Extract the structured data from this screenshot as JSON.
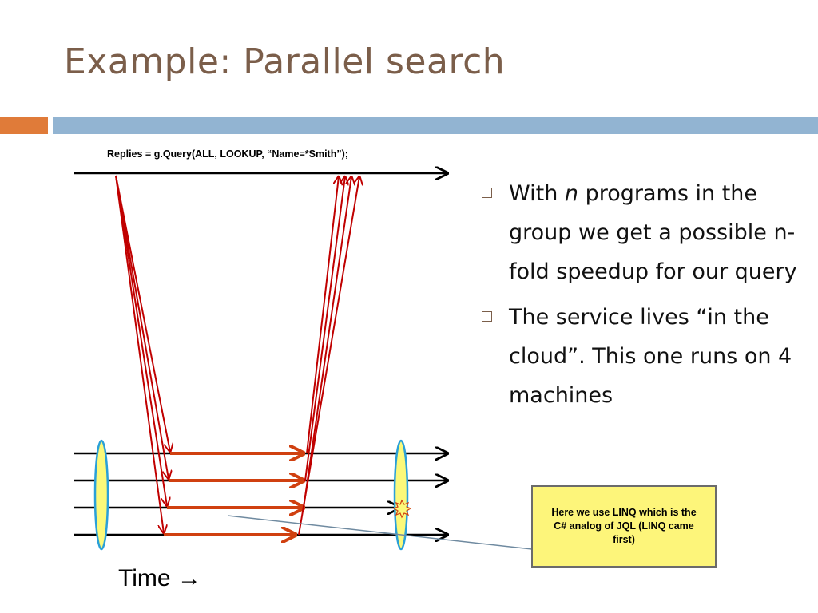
{
  "slide": {
    "title": "Example: Parallel search",
    "code_label": "Replies = g.Query(ALL, LOOKUP, “Name=*Smith”);",
    "bullets": [
      {
        "before": "With ",
        "italic": "n",
        "after": " programs in the group we get a possible n-fold speedup for our query"
      },
      {
        "before": "The service lives “in the cloud”.  This one runs on 4 machines",
        "italic": "",
        "after": ""
      }
    ],
    "callout": "Here we use LINQ which is the C#  analog of JQL (LINQ came first)",
    "time_label": "Time →"
  },
  "colors": {
    "title": "#7b5e4a",
    "accent_orange": "#e07b39",
    "accent_blue": "#92b4d2",
    "message_red": "#c00000",
    "work_orange": "#d04010",
    "ellipse_fill": "#fbf97a",
    "ellipse_stroke": "#2aa0d8",
    "callout_fill": "#fdf57a"
  }
}
